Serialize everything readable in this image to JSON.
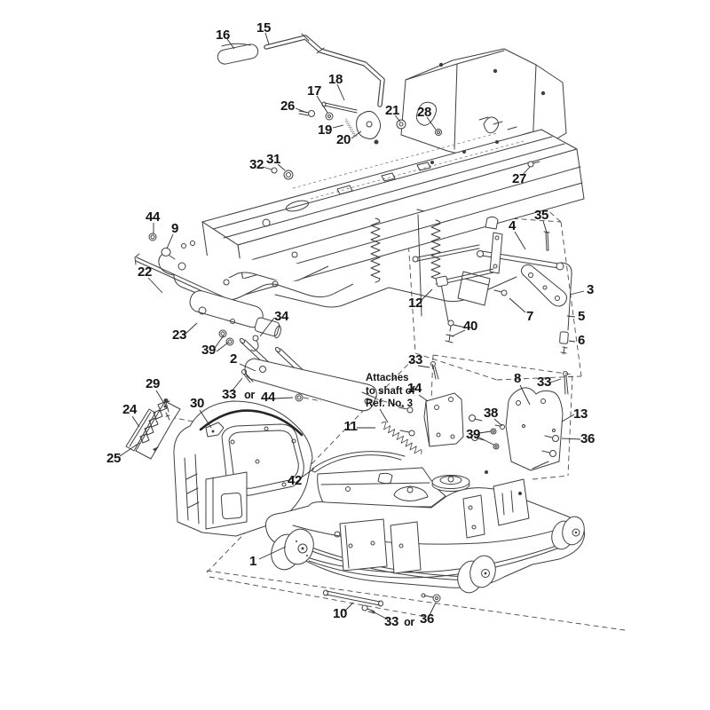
{
  "callouts": {
    "n16": "16",
    "n15": "15",
    "n18": "18",
    "n17": "17",
    "n26": "26",
    "n21": "21",
    "n28": "28",
    "n19": "19",
    "n20": "20",
    "n31": "31",
    "n32": "32",
    "n27": "27",
    "n44a": "44",
    "n9": "9",
    "n35": "35",
    "n4": "4",
    "n22": "22",
    "n3": "3",
    "n12": "12",
    "n7": "7",
    "n5": "5",
    "n40": "40",
    "n6": "6",
    "n34": "34",
    "n23": "23",
    "n39a": "39",
    "n2": "2",
    "n33a": "33",
    "or1": "or",
    "n44b": "44",
    "n29": "29",
    "n24": "24",
    "n30": "30",
    "n25": "25",
    "n33b": "33",
    "n14": "14",
    "n8": "8",
    "n33c": "33",
    "n13": "13",
    "n38": "38",
    "n39b": "39",
    "n36a": "36",
    "n11": "11",
    "n42": "42",
    "n1": "1",
    "n10": "10",
    "n33d": "33",
    "or2": "or",
    "n36b": "36"
  },
  "annotation": {
    "line1": "Attaches",
    "line2": "to shaft of",
    "line3": "Ref. No. 3"
  }
}
